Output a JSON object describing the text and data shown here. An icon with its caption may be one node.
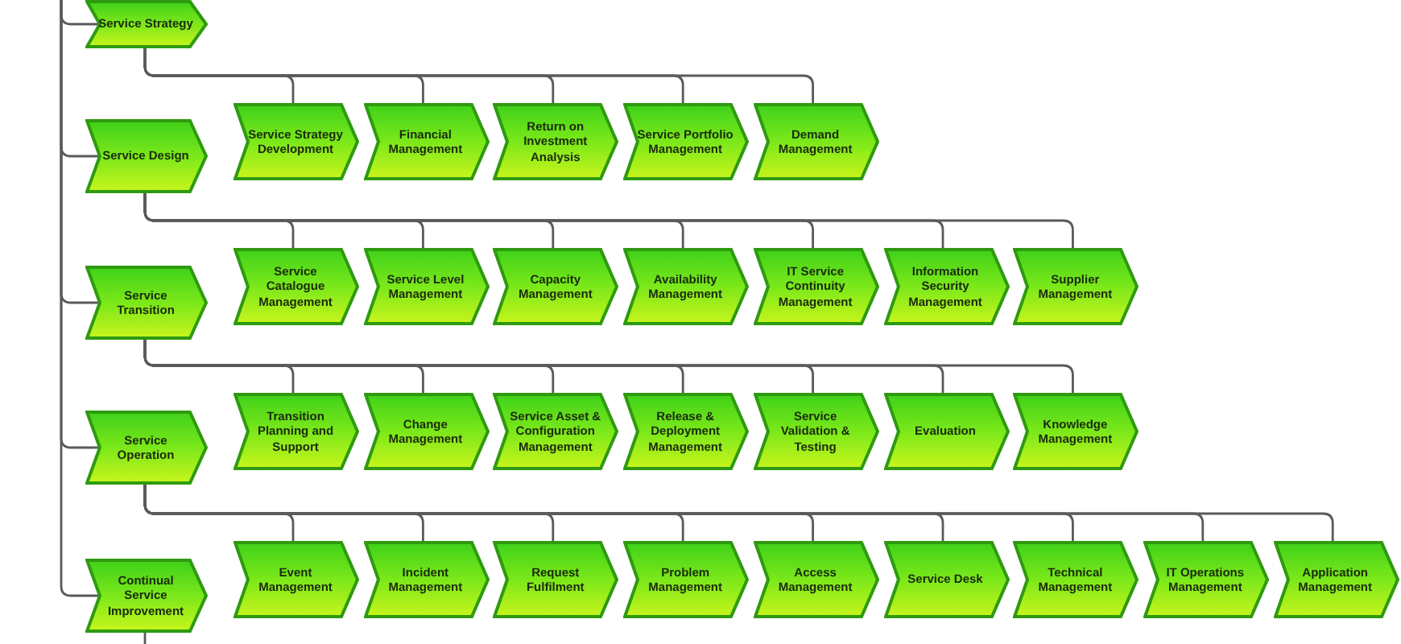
{
  "diagram": {
    "nodes": [
      {
        "text": [
          "Service Strategy"
        ]
      },
      {
        "text": [
          "Service Design"
        ]
      },
      {
        "text": [
          "Service Strategy Development"
        ]
      },
      {
        "text": [
          "Financial Management"
        ]
      },
      {
        "text": [
          "Return on Investment Analysis"
        ]
      },
      {
        "text": [
          "Service Portfolio Management"
        ]
      },
      {
        "text": [
          "Demand Management"
        ]
      },
      {
        "text": [
          "Service Transition"
        ]
      },
      {
        "text": [
          "Service Catalogue Management"
        ]
      },
      {
        "text": [
          "Service Level Management"
        ]
      },
      {
        "text": [
          "Capacity Management"
        ]
      },
      {
        "text": [
          "Availability Management"
        ]
      },
      {
        "text": [
          "IT Service Continuity Management"
        ]
      },
      {
        "text": [
          "Information Security Management"
        ]
      },
      {
        "text": [
          "Supplier Management"
        ]
      },
      {
        "text": [
          "Service Operation"
        ]
      },
      {
        "text": [
          "Transition Planning and Support"
        ]
      },
      {
        "text": [
          "Change Management"
        ]
      },
      {
        "text": [
          "Service Asset & Configuration Management"
        ]
      },
      {
        "text": [
          "Release & Deployment Management"
        ]
      },
      {
        "text": [
          "Service Validation & Testing"
        ]
      },
      {
        "text": [
          "Evaluation"
        ]
      },
      {
        "text": [
          "Knowledge Management"
        ]
      },
      {
        "text": [
          "Continual Service Improvement"
        ]
      },
      {
        "text": [
          "Event Management"
        ]
      },
      {
        "text": [
          "Incident Management"
        ]
      },
      {
        "text": [
          "Request Fulfilment"
        ]
      },
      {
        "text": [
          "Problem Management"
        ]
      },
      {
        "text": [
          "Access Management"
        ]
      },
      {
        "text": [
          "Service Desk"
        ]
      },
      {
        "text": [
          "Technical Management"
        ]
      },
      {
        "text": [
          "IT Operations Management"
        ]
      },
      {
        "text": [
          "Application Management"
        ]
      }
    ],
    "edges": [
      {
        "from": null,
        "to": 0,
        "arrow": "none"
      },
      {
        "from": null,
        "to": 1,
        "arrow": "none"
      },
      {
        "from": null,
        "to": 7,
        "arrow": "none"
      },
      {
        "from": null,
        "to": 15,
        "arrow": "none"
      },
      {
        "from": null,
        "to": 23,
        "arrow": "none"
      },
      {
        "from": 0,
        "to": 2,
        "arrow": "none"
      },
      {
        "from": 0,
        "to": 3,
        "arrow": "none"
      },
      {
        "from": 0,
        "to": 4,
        "arrow": "none"
      },
      {
        "from": 0,
        "to": 5,
        "arrow": "none"
      },
      {
        "from": 0,
        "to": 6,
        "arrow": "none"
      },
      {
        "from": 1,
        "to": 8,
        "arrow": "none"
      },
      {
        "from": 1,
        "to": 9,
        "arrow": "none"
      },
      {
        "from": 1,
        "to": 10,
        "arrow": "none"
      },
      {
        "from": 1,
        "to": 11,
        "arrow": "none"
      },
      {
        "from": 1,
        "to": 12,
        "arrow": "none"
      },
      {
        "from": 1,
        "to": 13,
        "arrow": "none"
      },
      {
        "from": 1,
        "to": 14,
        "arrow": "none"
      },
      {
        "from": 7,
        "to": 16,
        "arrow": "none"
      },
      {
        "from": 7,
        "to": 17,
        "arrow": "none"
      },
      {
        "from": 7,
        "to": 18,
        "arrow": "none"
      },
      {
        "from": 7,
        "to": 19,
        "arrow": "none"
      },
      {
        "from": 7,
        "to": 20,
        "arrow": "none"
      },
      {
        "from": 7,
        "to": 21,
        "arrow": "none"
      },
      {
        "from": 7,
        "to": 22,
        "arrow": "none"
      },
      {
        "from": 15,
        "to": 24,
        "arrow": "none"
      },
      {
        "from": 15,
        "to": 25,
        "arrow": "none"
      },
      {
        "from": 15,
        "to": 26,
        "arrow": "none"
      },
      {
        "from": 15,
        "to": 27,
        "arrow": "none"
      },
      {
        "from": 15,
        "to": 28,
        "arrow": "none"
      },
      {
        "from": 15,
        "to": 29,
        "arrow": "none"
      },
      {
        "from": 15,
        "to": 30,
        "arrow": "none"
      },
      {
        "from": 15,
        "to": 31,
        "arrow": "none"
      },
      {
        "from": 15,
        "to": 32,
        "arrow": "none"
      },
      {
        "from": 23,
        "to": null,
        "arrow": "none"
      }
    ]
  }
}
